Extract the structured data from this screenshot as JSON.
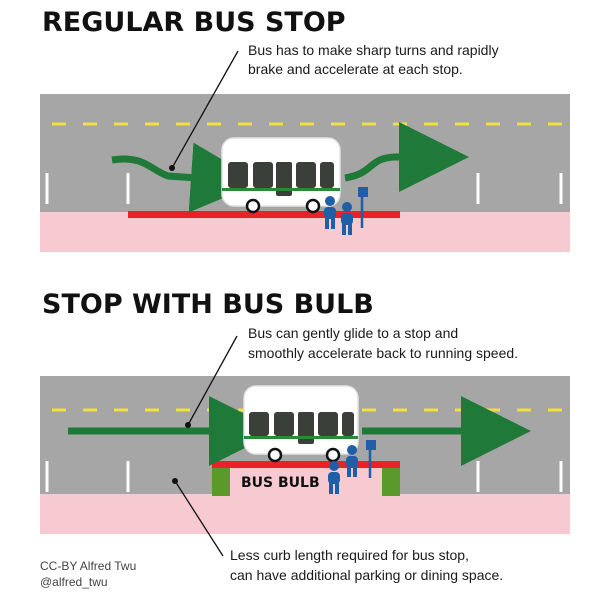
{
  "sections": {
    "regular": {
      "heading": "REGULAR BUS STOP",
      "callout_line1": "Bus has to make sharp turns and rapidly",
      "callout_line2": "brake and accelerate at each stop."
    },
    "bulb": {
      "heading": "STOP WITH BUS BULB",
      "callout_line1": "Bus can gently glide to a stop and",
      "callout_line2": "smoothly accelerate back to running speed.",
      "bulb_label": "BUS BULB",
      "bottom_line1": "Less curb length required for bus stop,",
      "bottom_line2": "can have additional parking or dining space."
    }
  },
  "credit": {
    "line1": "CC-BY Alfred Twu",
    "line2": "@alfred_twu"
  },
  "colors": {
    "road": "#a6a6a6",
    "sidewalk": "#f7c9d0",
    "lane_dash": "#f0e040",
    "curb_red": "#e8212a",
    "arrow_green": "#1f7a3a",
    "bus_body": "#ffffff",
    "bus_window": "#3a3f3a",
    "bus_stripe": "#2a8a3a",
    "bulb_end": "#5a9a2a",
    "person": "#1f5fa8",
    "sign": "#1f5fa8"
  }
}
